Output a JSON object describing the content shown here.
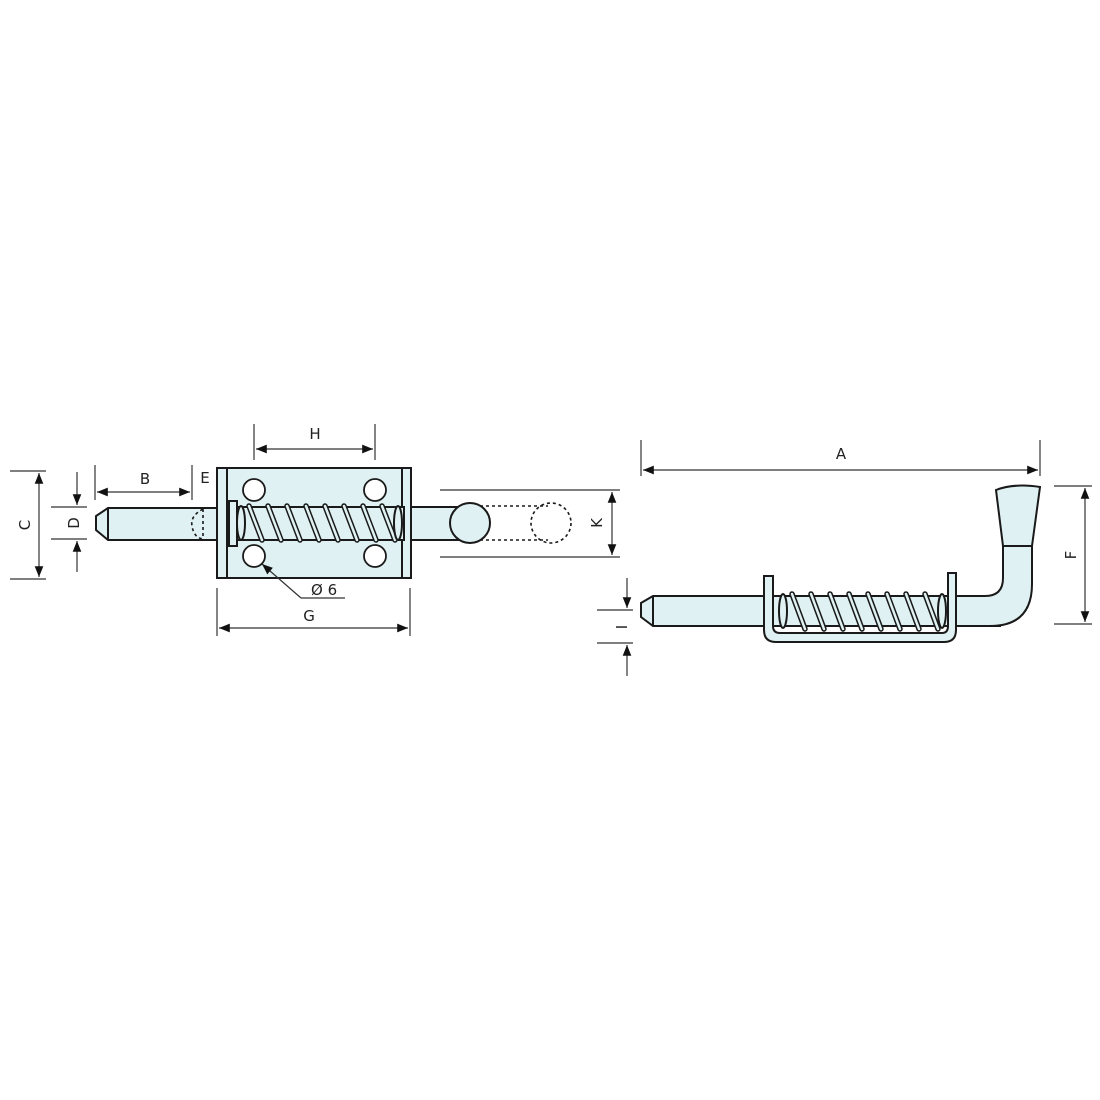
{
  "drawing": {
    "title": "Spring latch bolt dimension drawing",
    "colors": {
      "part_fill": "#dff1f2",
      "outline": "#1a1a1a",
      "dimension": "#333333"
    },
    "left_view": {
      "labels": {
        "B": "B",
        "C": "C",
        "D": "D",
        "E": "E",
        "G": "G",
        "H": "H",
        "K": "K",
        "hole": "Ø 6"
      }
    },
    "right_view": {
      "labels": {
        "A": "A",
        "F": "F",
        "I": "I"
      }
    }
  }
}
